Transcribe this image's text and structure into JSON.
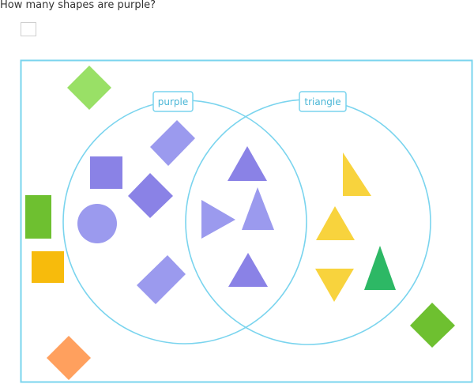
{
  "question": {
    "text": "How many shapes are purple?",
    "answer_value": ""
  },
  "venn": {
    "border_color": "#7ad4ee",
    "labels": {
      "left": "purple",
      "right": "triangle"
    },
    "colors": {
      "purple_dark": "#8a82e6",
      "purple_light": "#9b9aee",
      "yellow": "#f8d33d",
      "green": "#2db865",
      "lime": "#6ec030",
      "light_green": "#99e066",
      "orange_yellow": "#f7bb0c",
      "orange": "#ffa05e"
    },
    "regions": {
      "left_only": [
        "square",
        "circle",
        "rotated rectangle",
        "rotated square",
        "rotated rectangle"
      ],
      "both": [
        "triangle",
        "triangle",
        "triangle",
        "triangle"
      ],
      "right_only": [
        "right triangle",
        "triangle",
        "inverted triangle",
        "triangle"
      ],
      "outside": [
        "diamond",
        "rectangle",
        "square",
        "diamond",
        "diamond"
      ]
    }
  }
}
